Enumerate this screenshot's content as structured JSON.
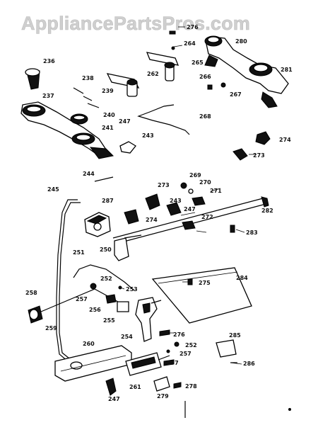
{
  "watermark": "AppliancePartsPros.com",
  "part_labels": [
    "236",
    "237",
    "238",
    "239",
    "240",
    "241",
    "243",
    "244",
    "245",
    "247",
    "247",
    "247",
    "250",
    "251",
    "252",
    "252",
    "253",
    "254",
    "255",
    "256",
    "257",
    "257",
    "258",
    "259",
    "260",
    "261",
    "262",
    "264",
    "265",
    "266",
    "267",
    "268",
    "269",
    "270",
    "271",
    "272",
    "273",
    "273",
    "274",
    "274",
    "275",
    "276",
    "276",
    "277",
    "278",
    "279",
    "280",
    "281",
    "282",
    "283",
    "284",
    "285",
    "286",
    "287",
    "243"
  ]
}
